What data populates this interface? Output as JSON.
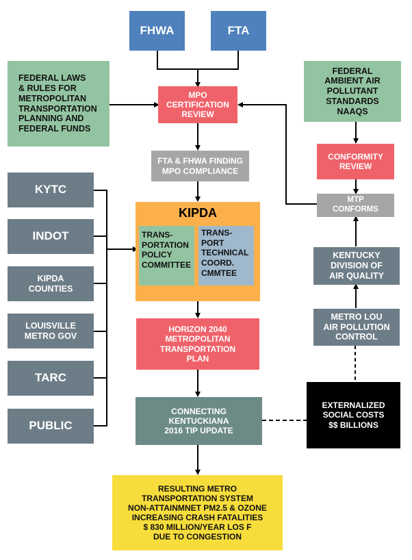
{
  "nodes": {
    "fhwa": [
      "FHWA"
    ],
    "fta": [
      "FTA"
    ],
    "federal_laws": [
      "FEDERAL LAWS",
      "& RULES FOR",
      "METROPOLITAN",
      "TRANSPORTATION",
      "PLANNING AND",
      "FEDERAL FUNDS"
    ],
    "mpo_cert": [
      "MPO",
      "CERTIFICATION",
      "REVIEW"
    ],
    "naaqs": [
      "FEDERAL",
      "AMBIENT AIR",
      "POLLUTANT",
      "STANDARDS",
      "NAAQS"
    ],
    "conformity": [
      "CONFORMITY",
      "REVIEW"
    ],
    "finding": [
      "FTA & FHWA FINDING",
      "MPO  COMPLIANCE"
    ],
    "mtp_conforms": [
      "MTP",
      "CONFORMS"
    ],
    "kytc": [
      "KYTC"
    ],
    "indot": [
      "INDOT"
    ],
    "kipda_counties": [
      "KIPDA",
      "COUNTIES"
    ],
    "louisville": [
      "LOUISVILLE",
      "METRO GOV"
    ],
    "tarc": [
      "TARC"
    ],
    "public": [
      "PUBLIC"
    ],
    "kipda_title": "KIPDA",
    "policy": [
      "TRANS-",
      "PORTATION",
      "POLICY",
      "COMMITTEE"
    ],
    "technical": [
      "TRANS-",
      "PORT",
      "TECHNICAL",
      "COORD.",
      "CMMTEE"
    ],
    "ky_air": [
      "KENTUCKY",
      "DIVISION OF",
      "AIR QUALITY"
    ],
    "metro_lou": [
      "METRO LOU",
      "AIR POLLUTION",
      "CONTROL"
    ],
    "horizon": [
      "HORIZON 2040",
      "METROPOLITAN",
      "TRANSPORTATION",
      "PLAN"
    ],
    "connecting": [
      "CONNECTING",
      "KENTUCKIANA",
      "2016 TIP UPDATE"
    ],
    "externalized": [
      "EXTERNALIZED",
      "SOCIAL COSTS",
      "$$ BILLIONS"
    ],
    "resulting": [
      "RESULTING METRO",
      "TRANSPORTATION SYSTEM",
      "NON-ATTAINMNET PM2.5 & OZONE",
      "INCREASING CRASH FATALITIES",
      "$ 830 MILLION/YEAR LOS F",
      "DUE TO CONGESTION"
    ]
  },
  "colors": {
    "blue": "#4f81bd",
    "green": "#93c4a1",
    "red": "#f0626a",
    "gray": "#a6a6a6",
    "slate": "#6d7d87",
    "teal": "#6c8b86",
    "orange": "#fbb04c",
    "light_blue": "#9fb8cc",
    "black": "#000000",
    "yellow": "#f7dd3c",
    "line": "#000000"
  },
  "edges": [
    {
      "from": "fhwa",
      "to": "mpo_cert",
      "style": "arrow"
    },
    {
      "from": "fta",
      "to": "mpo_cert",
      "style": "arrow"
    },
    {
      "from": "federal_laws",
      "to": "mpo_cert",
      "style": "arrow"
    },
    {
      "from": "mtp_conforms",
      "to": "mpo_cert",
      "style": "arrow"
    },
    {
      "from": "mpo_cert",
      "to": "finding",
      "style": "arrow"
    },
    {
      "from": "finding",
      "to": "kipda",
      "style": "arrow"
    },
    {
      "from": "naaqs",
      "to": "conformity",
      "style": "arrow"
    },
    {
      "from": "conformity",
      "to": "mtp_conforms",
      "style": "arrow"
    },
    {
      "from": "ky_air",
      "to": "mtp_conforms",
      "style": "arrow"
    },
    {
      "from": "metro_lou",
      "to": "ky_air",
      "style": "arrow"
    },
    {
      "from": "kytc",
      "to": "kipda",
      "style": "bracket"
    },
    {
      "from": "indot",
      "to": "kipda",
      "style": "bracket"
    },
    {
      "from": "kipda_counties",
      "to": "kipda",
      "style": "bracket"
    },
    {
      "from": "louisville",
      "to": "kipda",
      "style": "bracket"
    },
    {
      "from": "tarc",
      "to": "kipda",
      "style": "bracket"
    },
    {
      "from": "public",
      "to": "kipda",
      "style": "bracket"
    },
    {
      "from": "kipda",
      "to": "horizon",
      "style": "arrow"
    },
    {
      "from": "horizon",
      "to": "connecting",
      "style": "arrow"
    },
    {
      "from": "connecting",
      "to": "resulting",
      "style": "arrow"
    },
    {
      "from": "connecting",
      "to": "externalized",
      "style": "dashed"
    },
    {
      "from": "externalized",
      "to": "metro_lou",
      "style": "dashed"
    }
  ]
}
